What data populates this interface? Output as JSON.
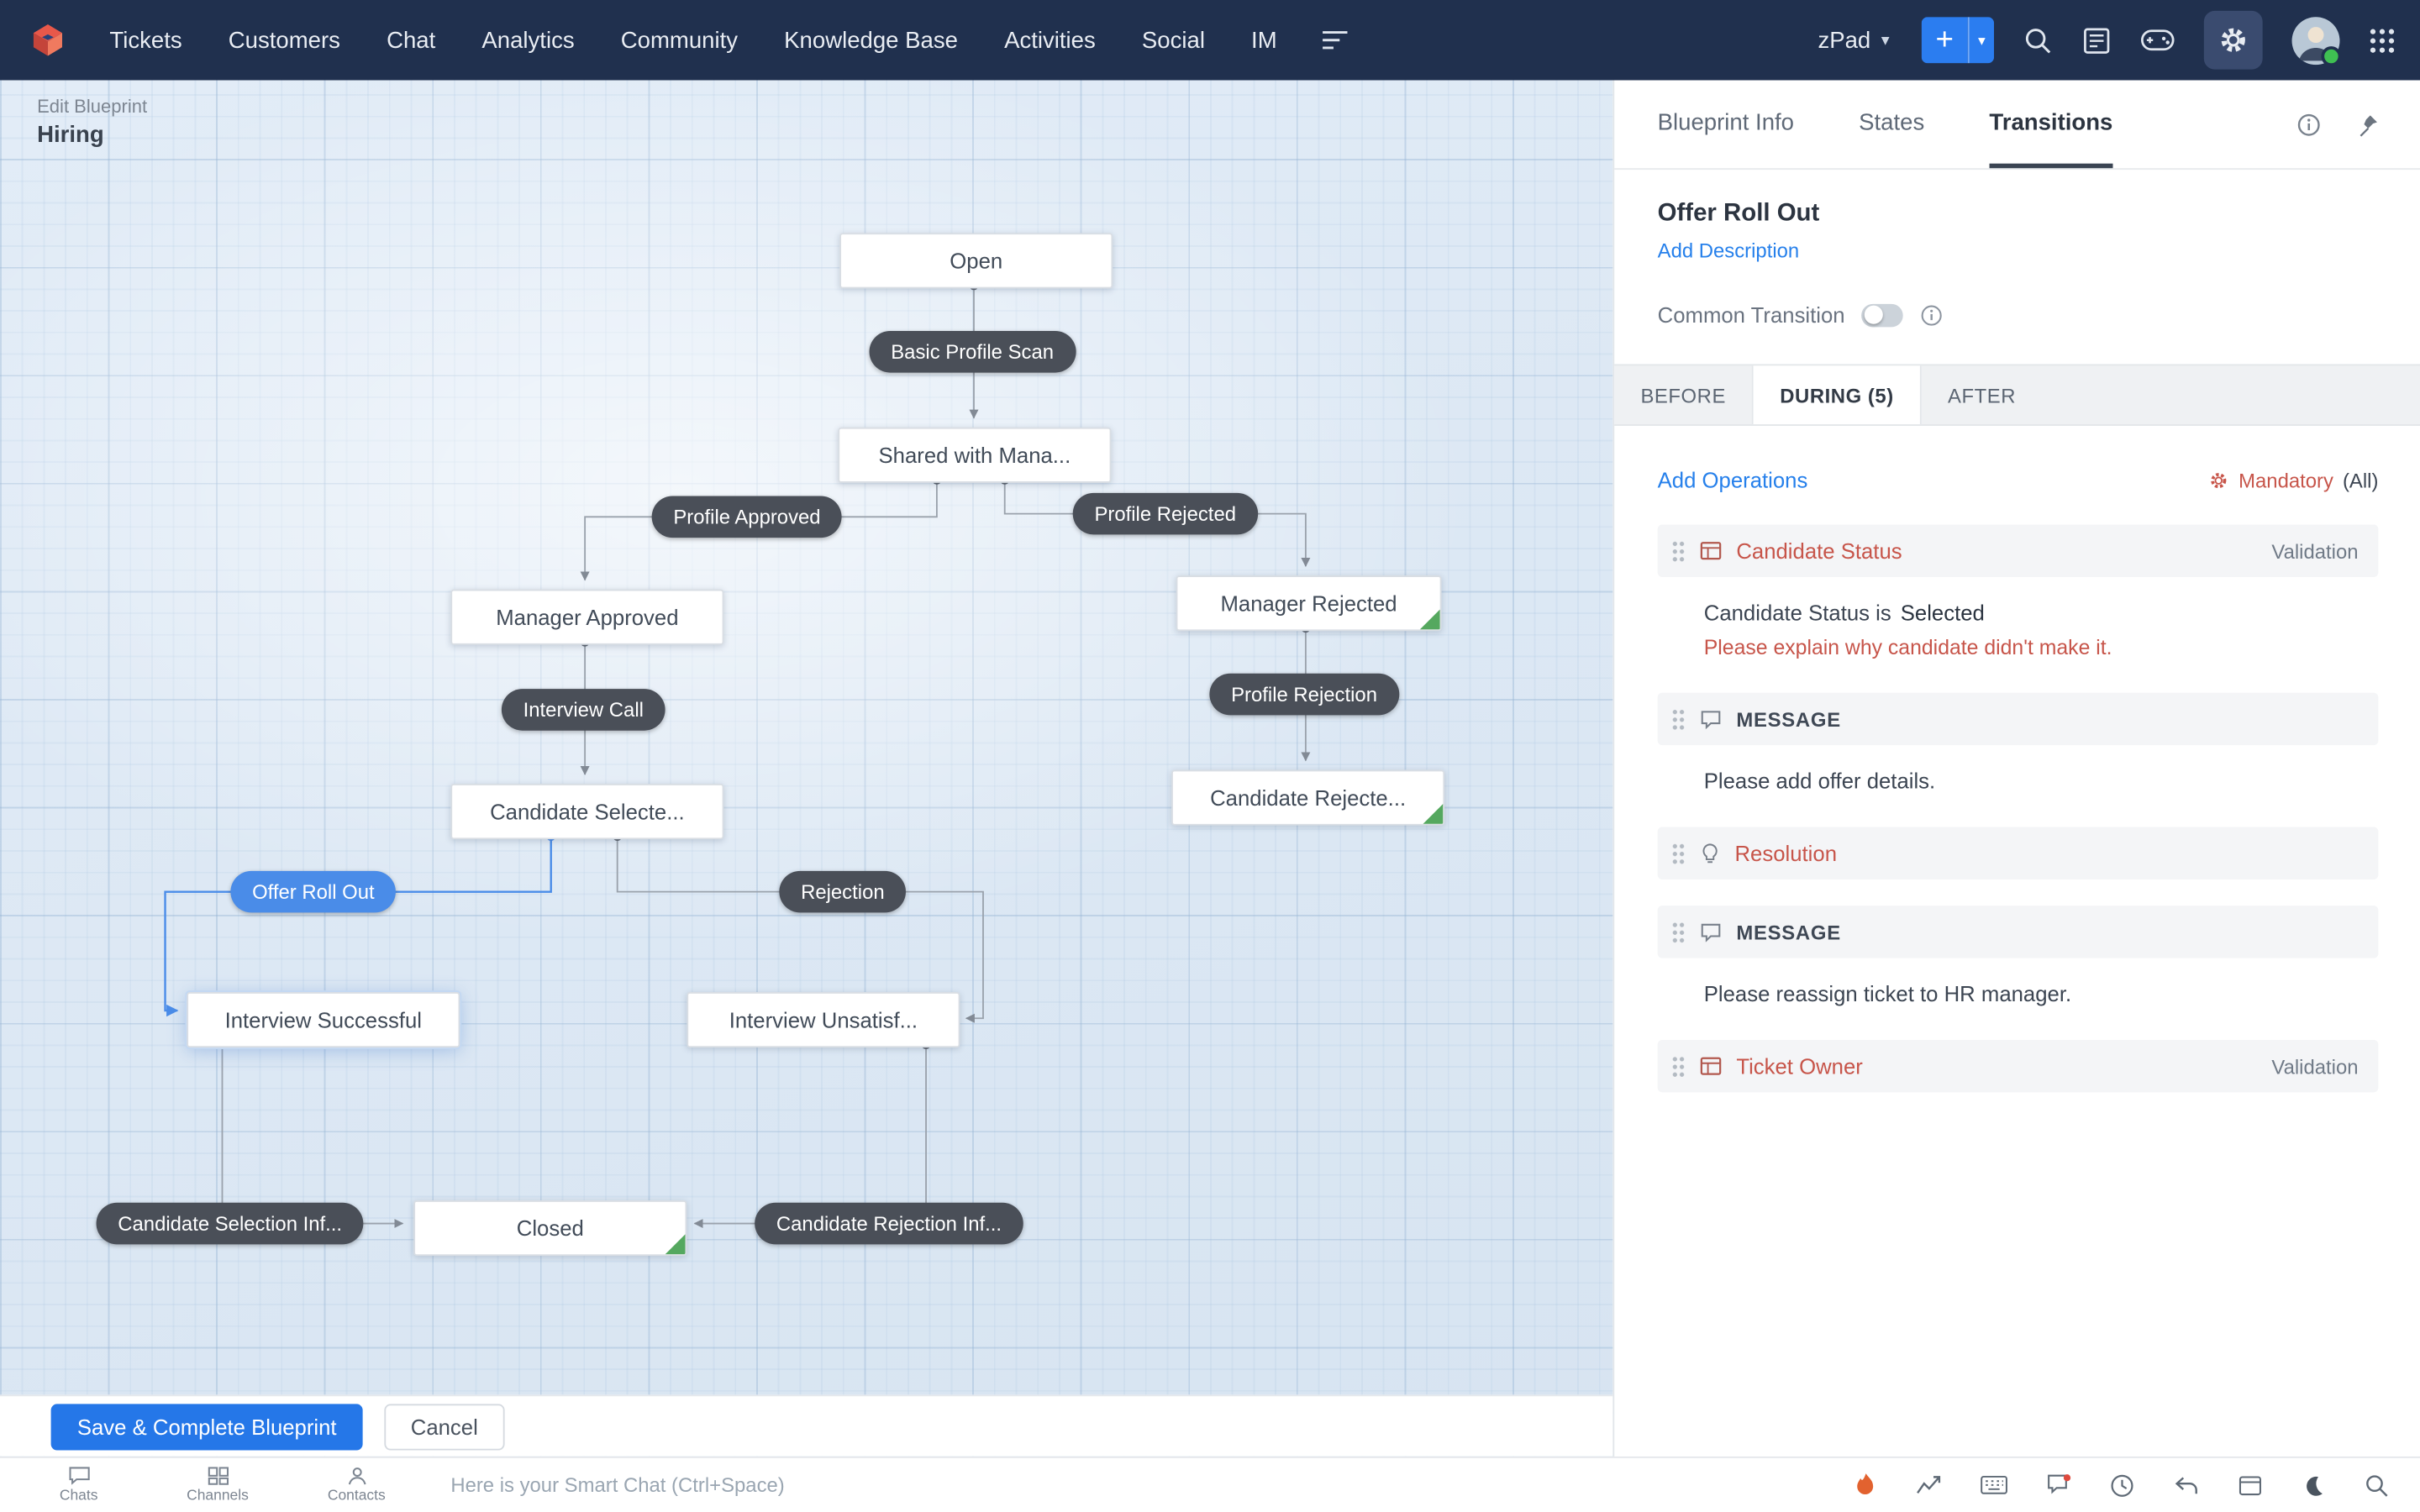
{
  "navbar": {
    "menu": [
      "Tickets",
      "Customers",
      "Chat",
      "Analytics",
      "Community",
      "Knowledge Base",
      "Activities",
      "Social",
      "IM"
    ],
    "org": "zPad",
    "icons": [
      "zoho-desk-logo",
      "more-menus-icon",
      "add-button",
      "search-icon",
      "knowledge-icon",
      "games-icon",
      "settings-gear-icon",
      "user-avatar",
      "apps-grid-icon"
    ]
  },
  "canvas": {
    "breadcrumb": "Edit Blueprint",
    "title": "Hiring",
    "states": [
      {
        "label": "Open"
      },
      {
        "label": "Shared with Mana..."
      },
      {
        "label": "Manager Approved"
      },
      {
        "label": "Manager Rejected"
      },
      {
        "label": "Candidate Selecte..."
      },
      {
        "label": "Candidate Rejecte..."
      },
      {
        "label": "Interview Successful"
      },
      {
        "label": "Interview Unsatisf..."
      },
      {
        "label": "Closed"
      }
    ],
    "transitions": [
      {
        "label": "Basic Profile Scan"
      },
      {
        "label": "Profile Approved"
      },
      {
        "label": "Profile Rejected"
      },
      {
        "label": "Interview Call"
      },
      {
        "label": "Profile Rejection"
      },
      {
        "label": "Offer Roll Out",
        "selected": true
      },
      {
        "label": "Rejection"
      },
      {
        "label": "Candidate Selection Inf..."
      },
      {
        "label": "Candidate Rejection Inf..."
      }
    ],
    "footer": {
      "save": "Save & Complete Blueprint",
      "cancel": "Cancel"
    }
  },
  "panel": {
    "tabs": [
      {
        "label": "Blueprint Info"
      },
      {
        "label": "States"
      },
      {
        "label": "Transitions"
      }
    ],
    "active_tab": "Transitions",
    "transition_name": "Offer Roll Out",
    "add_description": "Add Description",
    "common_transition": "Common Transition",
    "phases": [
      {
        "label": "BEFORE"
      },
      {
        "label": "DURING (5)"
      },
      {
        "label": "AFTER"
      }
    ],
    "active_phase": "DURING (5)",
    "add_operations": "Add Operations",
    "mandatory": "Mandatory",
    "mandatory_scope": "(All)",
    "operations": [
      {
        "title": "Candidate Status",
        "tag": "Validation",
        "line1_label": "Candidate Status is",
        "line1_value": "Selected",
        "line2": "Please explain why candidate didn't make it."
      },
      {
        "title": "MESSAGE",
        "body": "Please add offer details."
      },
      {
        "title": "Resolution"
      },
      {
        "title": "MESSAGE",
        "body": "Please reassign ticket to HR manager."
      },
      {
        "title": "Ticket Owner",
        "tag": "Validation"
      }
    ]
  },
  "chatbar": {
    "items": [
      {
        "label": "Chats"
      },
      {
        "label": "Channels"
      },
      {
        "label": "Contacts"
      }
    ],
    "placeholder": "Here is your Smart Chat (Ctrl+Space)"
  },
  "colors": {
    "navy": "#20304e",
    "accent": "#2577e8",
    "selected_pill": "#4a8ce8",
    "alert_red": "#c7554a",
    "final_green": "#55a85f"
  }
}
